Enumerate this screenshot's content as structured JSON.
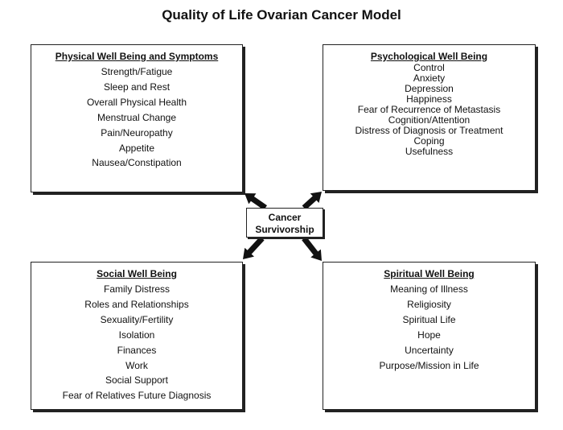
{
  "title": "Quality of Life Ovarian Cancer Model",
  "center": {
    "line1": "Cancer",
    "line2": "Survivorship"
  },
  "boxes": {
    "physical": {
      "title": "Physical Well Being and Symptoms",
      "items": [
        "Strength/Fatigue",
        "Sleep and Rest",
        "Overall Physical Health",
        "Menstrual Change",
        "Pain/Neuropathy",
        "Appetite",
        "Nausea/Constipation"
      ]
    },
    "psychological": {
      "title": "Psychological Well Being",
      "items": [
        "Control",
        "Anxiety",
        "Depression",
        "Happiness",
        "Fear of Recurrence of Metastasis",
        "Cognition/Attention",
        "Distress of Diagnosis or Treatment",
        "Coping",
        "Usefulness"
      ]
    },
    "social": {
      "title": "Social Well Being",
      "items": [
        "Family Distress",
        "Roles and Relationships",
        "Sexuality/Fertility",
        "Isolation",
        "Finances",
        "Work",
        "Social Support",
        "Fear of Relatives Future Diagnosis"
      ]
    },
    "spiritual": {
      "title": "Spiritual Well Being",
      "items": [
        "Meaning of Illness",
        "Religiosity",
        "Spiritual Life",
        "Hope",
        "Uncertainty",
        "Purpose/Mission in Life"
      ]
    }
  },
  "colors": {
    "line": "#222222",
    "arrow": "#111111",
    "background": "#ffffff"
  }
}
